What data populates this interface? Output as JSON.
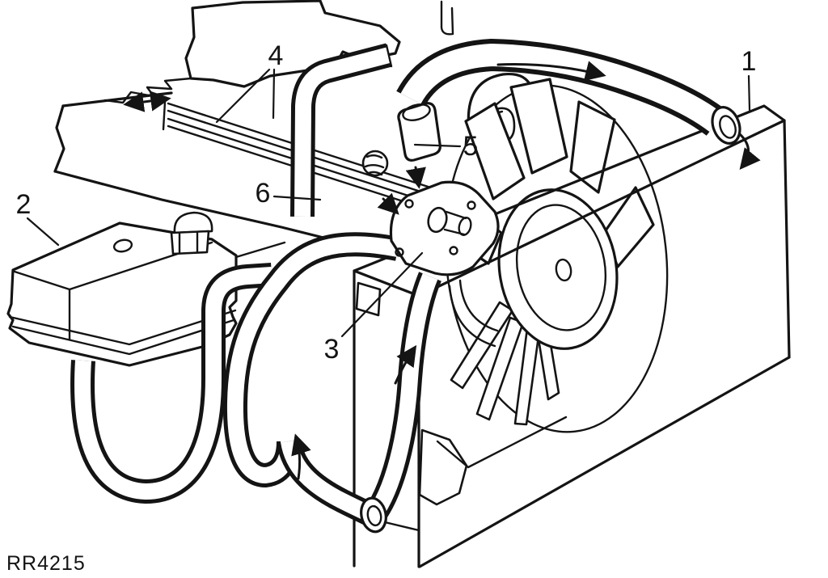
{
  "figure": {
    "reference_code": "RR4215",
    "title": "Engine cooling system flow diagram",
    "background_color": "#ffffff",
    "line_color": "#141414"
  },
  "callouts": [
    {
      "number": "1",
      "part": "radiator-top-hose-inlet"
    },
    {
      "number": "2",
      "part": "coolant-expansion-tank"
    },
    {
      "number": "3",
      "part": "water-pump"
    },
    {
      "number": "4",
      "part": "heater-return-pipes"
    },
    {
      "number": "5",
      "part": "heater-hose-connection"
    },
    {
      "number": "6",
      "part": "heater-bypass-hose"
    }
  ],
  "flow_arrows": [
    "top-hose-flow-right-arrow",
    "into-radiator-inlet-curved-arrow",
    "up-from-radiator-outlet-arrow",
    "bottom-hose-to-pump-arrow",
    "into-water-pump-down-arrow",
    "into-water-pump-diagonal-arrow",
    "heater-pipes-double-arrow"
  ]
}
